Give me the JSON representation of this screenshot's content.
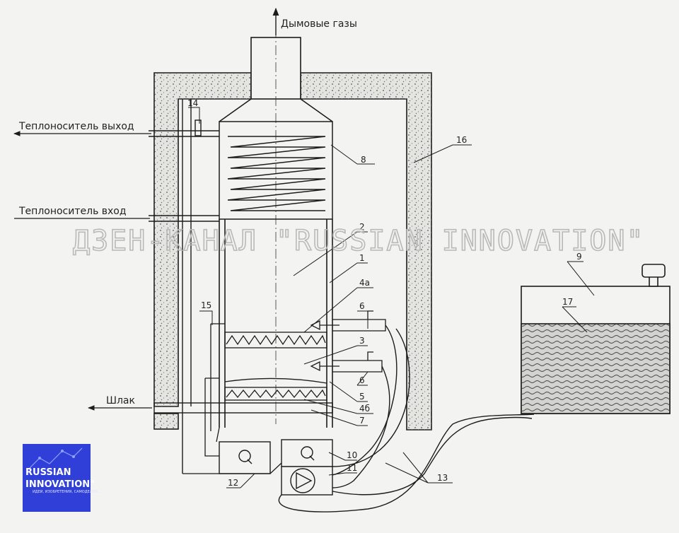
{
  "labels": {
    "flue_gas": "Дымовые газы",
    "coolant_out": "Теплоноситель выход",
    "coolant_in": "Теплоноситель вход",
    "slag": "Шлак"
  },
  "watermark": "ДЗЕН-КАНАЛ \"RUSSIAN INNOVATION\"",
  "logo": {
    "line1": "RUSSIAN",
    "line2": "INNOVATION\"",
    "tagline": "ИДЕИ, ИЗОБРЕТЕНИЯ, САМОДЕЛКИ..."
  },
  "callouts": {
    "n1": "1",
    "n2": "2",
    "n3": "3",
    "n4a": "4а",
    "n4b": "4б",
    "n5": "5",
    "n6a": "6",
    "n6b": "6",
    "n7": "7",
    "n8": "8",
    "n9": "9",
    "n10": "10",
    "n11": "11",
    "n12": "12",
    "n13": "13",
    "n14": "14",
    "n15": "15",
    "n16": "16",
    "n17": "17"
  },
  "colors": {
    "line": "#1c1c1c",
    "insulation_fill": "#e4e4e0",
    "liquid_fill": "#d3d3d0",
    "logo_bg": "#2f3fd8"
  }
}
